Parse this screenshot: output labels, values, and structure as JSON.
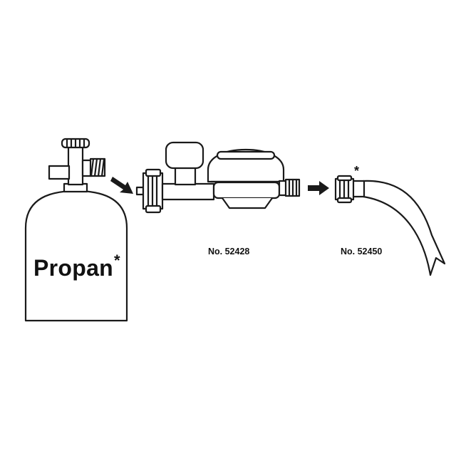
{
  "cylinder": {
    "label": "Propan",
    "asterisk": "*"
  },
  "regulator": {
    "part_number": "No. 52428"
  },
  "hose": {
    "part_number": "No. 52450",
    "asterisk": "*"
  },
  "colors": {
    "stroke": "#1a1a1a",
    "fill": "#ffffff"
  }
}
